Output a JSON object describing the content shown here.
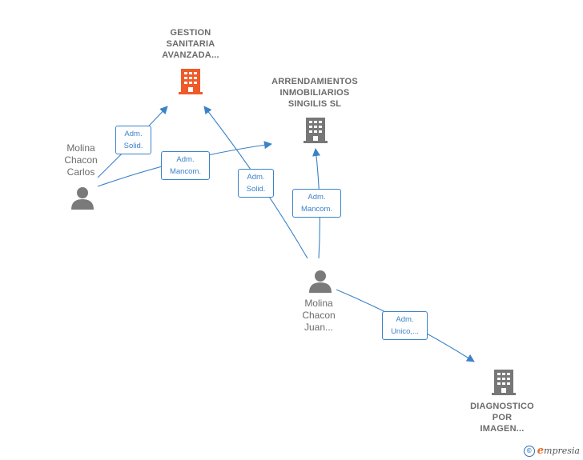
{
  "colors": {
    "edge": "#3b82c8",
    "company_highlight": "#f05a28",
    "company_default": "#777777",
    "person": "#7a7a7a",
    "text": "#6b6b6b"
  },
  "nodes": {
    "gestion": {
      "lines": [
        "GESTION",
        "SANITARIA",
        "AVANZADA..."
      ],
      "icon": "building-icon"
    },
    "arrendamientos": {
      "lines": [
        "ARRENDAMIENTOS",
        "INMOBILIARIOS",
        "SINGILIS SL"
      ],
      "icon": "building-icon"
    },
    "diagnostico": {
      "lines": [
        "DIAGNOSTICO",
        "POR",
        "IMAGEN..."
      ],
      "icon": "building-icon"
    },
    "carlos": {
      "lines": [
        "Molina",
        "Chacon",
        "Carlos"
      ],
      "icon": "person-icon"
    },
    "juan": {
      "lines": [
        "Molina",
        "Chacon",
        "Juan..."
      ],
      "icon": "person-icon"
    }
  },
  "edges": {
    "carlos_gestion": {
      "lines": [
        "Adm.",
        "Solid."
      ]
    },
    "carlos_arrend": {
      "lines": [
        "Adm.",
        "Mancom."
      ]
    },
    "juan_gestion": {
      "lines": [
        "Adm.",
        "Solid."
      ]
    },
    "juan_arrend": {
      "lines": [
        "Adm.",
        "Mancom."
      ]
    },
    "juan_diag": {
      "lines": [
        "Adm.",
        "Unico,..."
      ]
    }
  },
  "footer": {
    "copyright_symbol": "©",
    "brand_initial": "e",
    "brand_rest": "mpresia"
  }
}
